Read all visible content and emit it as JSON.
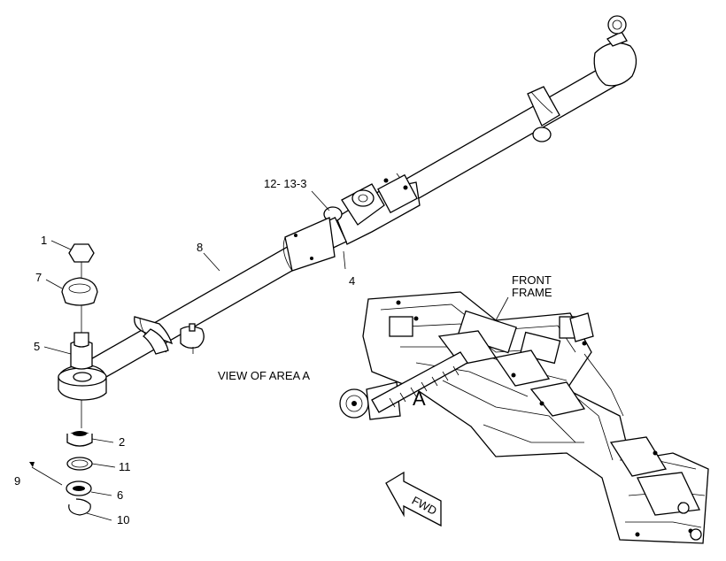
{
  "labels": {
    "l1": "1",
    "l7": "7",
    "l5": "5",
    "l8": "8",
    "l12": "12- 13-3",
    "l4": "4",
    "l2": "2",
    "l11": "11",
    "l9": "9",
    "l6": "6",
    "l10": "10",
    "view": "VIEW OF AREA A",
    "front_frame_1": "FRONT",
    "front_frame_2": "FRAME",
    "area_a": "A",
    "fwd": "FWD"
  }
}
